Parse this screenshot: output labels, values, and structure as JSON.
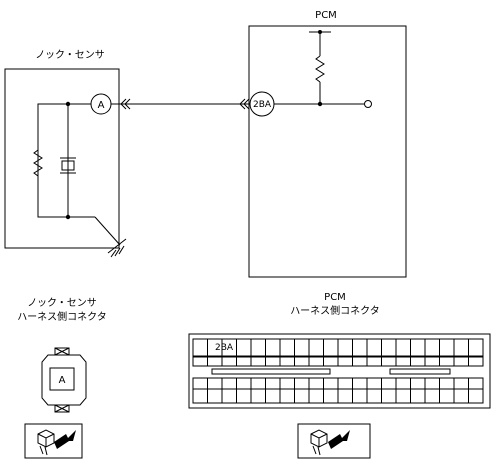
{
  "diagram": {
    "knock_sensor": {
      "title": "ノック・センサ",
      "terminal": "A"
    },
    "pcm": {
      "title": "PCM",
      "terminal": "2BA"
    },
    "connectors": {
      "knock_sensor": {
        "title_line1": "ノック・センサ",
        "title_line2": "ハーネス側コネクタ",
        "pin": "A"
      },
      "pcm": {
        "title_line1": "PCM",
        "title_line2": "ハーネス側コネクタ",
        "pin": "2BA"
      }
    }
  }
}
